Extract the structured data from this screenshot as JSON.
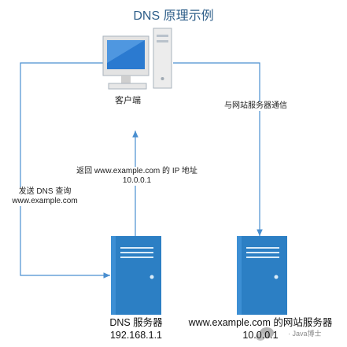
{
  "title": "DNS 原理示例",
  "client": {
    "label": "客户端"
  },
  "arrows": {
    "query_line1": "发送 DNS 查询",
    "query_line2": "www.example.com",
    "reply_line1": "返回 www.example.com 的 IP 地址",
    "reply_line2": "10.0.0.1",
    "web_comm": "与网站服务器通信"
  },
  "dns_server": {
    "name": "DNS 服务器",
    "ip": "192.168.1.1"
  },
  "web_server": {
    "name": "www.example.com 的网站服务器",
    "ip": "10.0.0.1"
  },
  "watermark": "· Java博士",
  "colors": {
    "accent": "#2c7fc4",
    "line": "#4a8fd0",
    "screen": "#2b7ad0",
    "server": "#2c7fc4"
  },
  "icons": [
    "computer-icon",
    "server-icon",
    "watermark-logo-icon"
  ]
}
